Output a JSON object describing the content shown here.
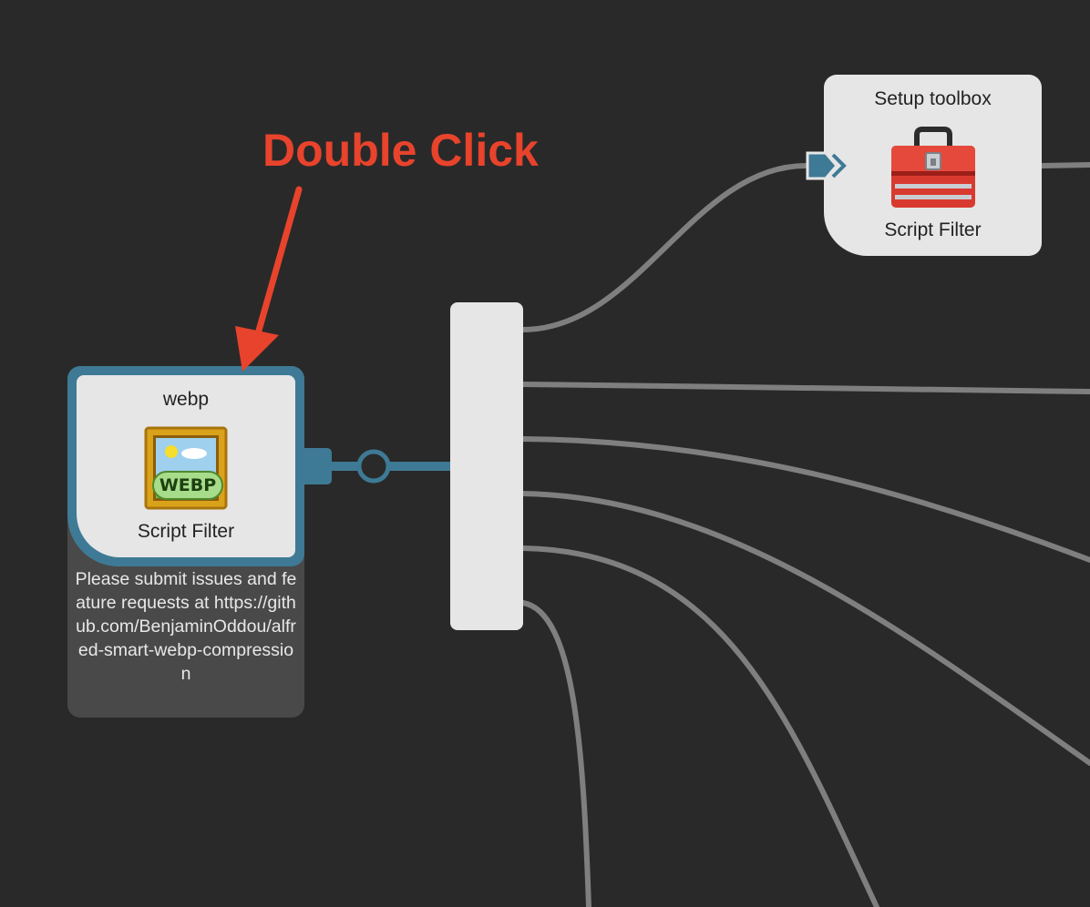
{
  "annotation": {
    "label": "Double Click",
    "color": "#e8432c"
  },
  "nodes": {
    "setup_toolbox": {
      "title": "Setup toolbox",
      "type_label": "Script Filter",
      "icon": "toolbox-icon"
    },
    "webp": {
      "title": "webp",
      "type_label": "Script Filter",
      "icon": "webp-image-icon",
      "icon_badge": "WEBP",
      "note": "Please submit issues and feature requests at https://github.com/BenjaminOddou/alfred-smart-webp-compression"
    }
  },
  "colors": {
    "canvas_background": "#292929",
    "node_background": "#e6e6e6",
    "selection_accent": "#3e7a95",
    "wire": "#7f7f7f",
    "note_background": "#494949"
  }
}
